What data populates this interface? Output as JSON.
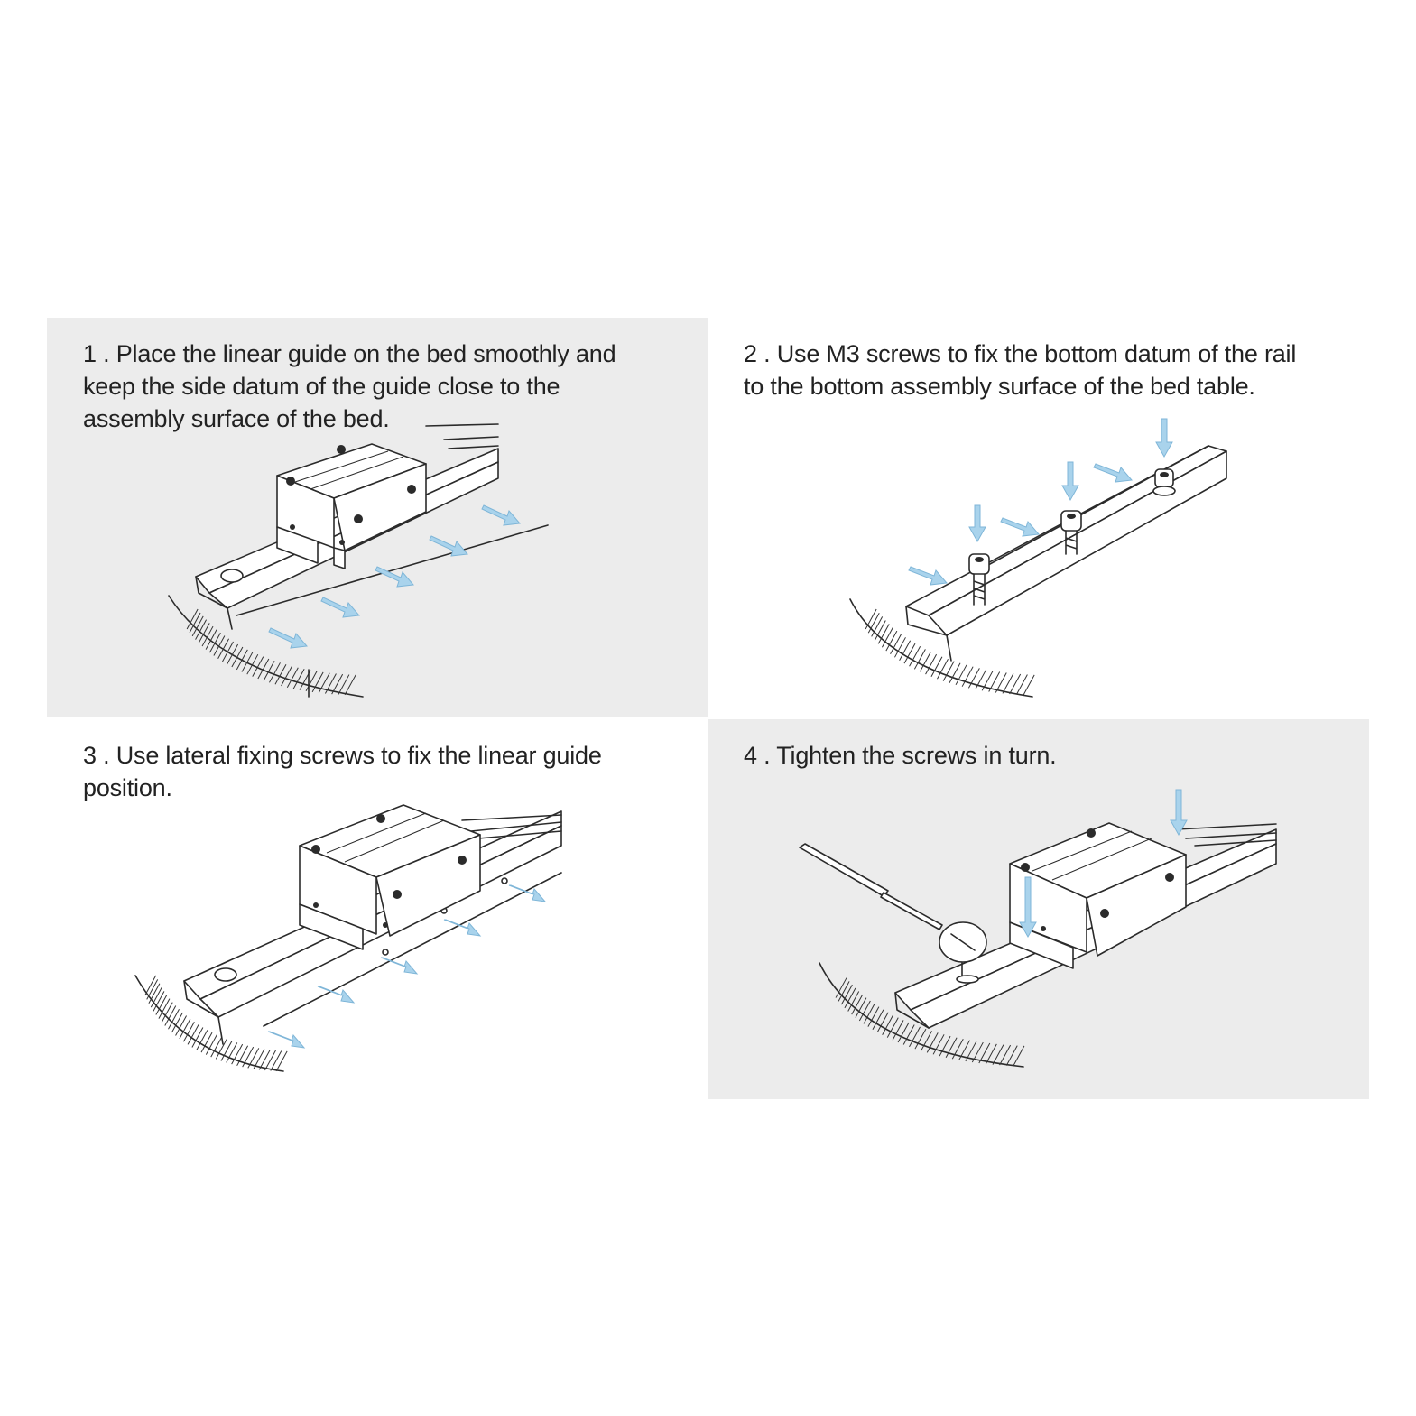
{
  "steps": [
    {
      "caption": "1 . Place the linear guide on the bed smoothly and\nkeep the side datum of the guide close to the\nassembly surface of the bed."
    },
    {
      "caption": "2 . Use M3 screws to fix the bottom datum of the rail\nto the bottom assembly surface of the bed table."
    },
    {
      "caption": "3 . Use lateral fixing screws to fix the linear guide\nposition."
    },
    {
      "caption": "4 . Tighten the screws in turn."
    }
  ],
  "colors": {
    "panel_bg": "#ececec",
    "arrow_fill": "#a9d3ec",
    "line": "#2b2b2b"
  },
  "icons": [
    "linear-guide-block",
    "rail",
    "m3-screw",
    "push-arrow",
    "torque-wrench",
    "bed-hatching"
  ]
}
